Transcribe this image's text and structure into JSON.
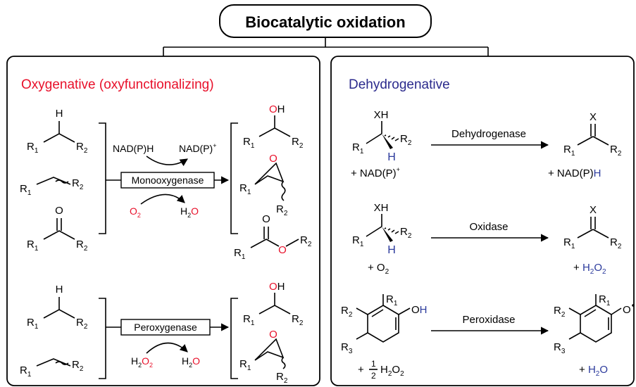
{
  "title": "Biocatalytic oxidation",
  "left_panel": {
    "heading": "Oxygenative (oxyfunctionalizing)",
    "mono_enzyme": "Monooxygenase",
    "cofactor_in": "NAD(P)H",
    "cofactor_out": "NAD(P)",
    "plus": "+",
    "o2_O": "O",
    "o2_sub": "2",
    "h2o_H": "H",
    "h2o_sub": "2",
    "h2o_O": "O",
    "perox_enzyme": "Peroxygenase",
    "h2o2_H": "H",
    "h2o2_sub1": "2",
    "h2o2_O": "O",
    "h2o2_sub2": "2",
    "atom_H": "H",
    "atom_O": "O",
    "atom_OH_O": "O",
    "atom_OH_H": "H",
    "R": "R",
    "sub1": "1",
    "sub2": "2"
  },
  "right_panel": {
    "heading": "Dehydrogenative",
    "dh_enzyme": "Dehydrogenase",
    "ox_enzyme": "Oxidase",
    "px_enzyme": "Peroxidase",
    "XH": "XH",
    "X": "X",
    "H": "H",
    "OH_O": "O",
    "OH_H": "H",
    "O": "O",
    "R": "R",
    "sub1": "1",
    "sub2": "2",
    "sub3": "3",
    "plus_nadp": "+ NAD(P)",
    "plus_sup": "+",
    "plus_nadph": "+ NAD(P)",
    "nadph_H": "H",
    "plus_o2": "+ O",
    "o2_sub": "2",
    "plus_h2o2_plus": "+ ",
    "plus_h2o2_H": "H",
    "plus_h2o2_sub1": "2",
    "plus_h2o2_O": "O",
    "plus_h2o2_sub2": "2",
    "frac_num": "1",
    "frac_den": "2",
    "h2o2_text": "H",
    "h2o2_text_sub1": "2",
    "h2o2_text_O": "O",
    "h2o2_text_sub2": "2",
    "plus_h2o_plus": "+ ",
    "plus_h2o_H": "H",
    "plus_h2o_sub": "2",
    "plus_h2o_O": "O"
  },
  "colors": {
    "oxygenative": "#e8102a",
    "dehydrogenative": "#2b2a8c",
    "oxygen_atom": "#e8102a",
    "hydrogen_blue": "#2b3a9c"
  }
}
